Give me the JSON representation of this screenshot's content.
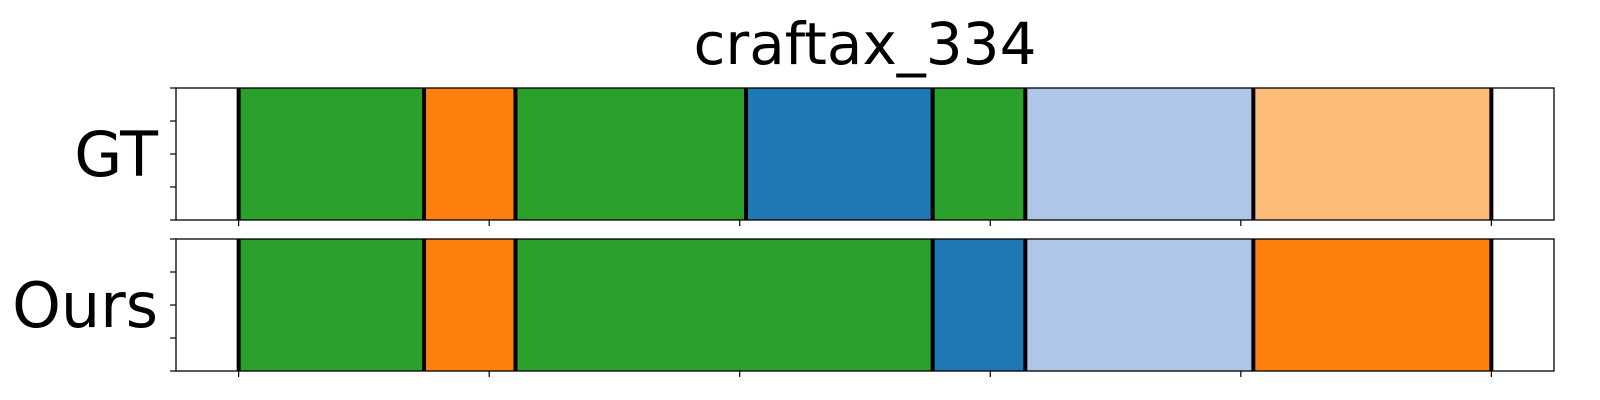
{
  "chart_data": {
    "type": "segmentation-timeline",
    "title": "craftax_334",
    "xlim": [
      0,
      55
    ],
    "ylim": [
      0,
      1
    ],
    "x_ticks": [
      2.5,
      12.5,
      22.5,
      32.5,
      42.5,
      52.5
    ],
    "y_ticks": [
      0,
      0.25,
      0.5,
      0.75,
      1
    ],
    "palette": {
      "green": "#2ca02c",
      "orange": "#ff7f0e",
      "blue": "#1f77b4",
      "light_blue": "#aec7e8",
      "light_orange": "#ffbb78"
    },
    "rows": [
      {
        "label": "GT",
        "segments": [
          {
            "start": 2.5,
            "end": 9.9,
            "color": "green"
          },
          {
            "start": 9.9,
            "end": 13.55,
            "color": "orange"
          },
          {
            "start": 13.55,
            "end": 22.75,
            "color": "green"
          },
          {
            "start": 22.75,
            "end": 30.2,
            "color": "blue"
          },
          {
            "start": 30.2,
            "end": 33.9,
            "color": "green"
          },
          {
            "start": 33.9,
            "end": 43.0,
            "color": "light_blue"
          },
          {
            "start": 43.0,
            "end": 52.5,
            "color": "light_orange"
          }
        ]
      },
      {
        "label": "Ours",
        "segments": [
          {
            "start": 2.5,
            "end": 9.9,
            "color": "green"
          },
          {
            "start": 9.9,
            "end": 13.55,
            "color": "orange"
          },
          {
            "start": 13.55,
            "end": 30.2,
            "color": "green"
          },
          {
            "start": 30.2,
            "end": 33.9,
            "color": "blue"
          },
          {
            "start": 33.9,
            "end": 43.0,
            "color": "light_blue"
          },
          {
            "start": 43.0,
            "end": 52.5,
            "color": "orange"
          }
        ]
      }
    ]
  }
}
